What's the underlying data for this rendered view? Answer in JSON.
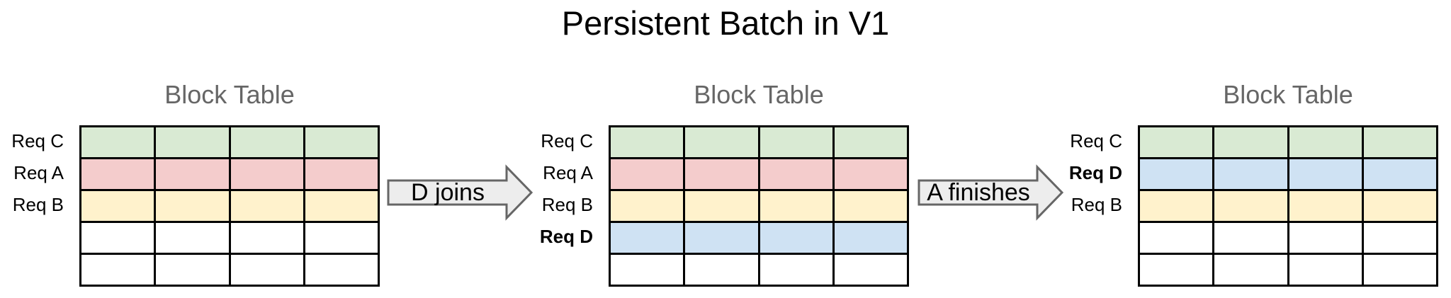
{
  "title": "Persistent Batch in V1",
  "palette": {
    "green": "#d9ead3",
    "red": "#f4cccc",
    "yellow": "#fff2cc",
    "blue": "#cfe2f3",
    "white": "#ffffff",
    "cell_border": "#000000",
    "arrow_fill": "#ededed",
    "arrow_border": "#666666",
    "header_text": "#666666"
  },
  "stages": [
    {
      "header": "Block Table",
      "columns": 4,
      "rows": [
        {
          "label": "Req C",
          "bold": false,
          "color": "green"
        },
        {
          "label": "Req A",
          "bold": false,
          "color": "red"
        },
        {
          "label": "Req B",
          "bold": false,
          "color": "yellow"
        },
        {
          "label": "",
          "bold": false,
          "color": "white"
        },
        {
          "label": "",
          "bold": false,
          "color": "white"
        }
      ]
    },
    {
      "header": "Block Table",
      "columns": 4,
      "rows": [
        {
          "label": "Req C",
          "bold": false,
          "color": "green"
        },
        {
          "label": "Req A",
          "bold": false,
          "color": "red"
        },
        {
          "label": "Req B",
          "bold": false,
          "color": "yellow"
        },
        {
          "label": "Req D",
          "bold": true,
          "color": "blue"
        },
        {
          "label": "",
          "bold": false,
          "color": "white"
        }
      ]
    },
    {
      "header": "Block Table",
      "columns": 4,
      "rows": [
        {
          "label": "Req C",
          "bold": false,
          "color": "green"
        },
        {
          "label": "Req D",
          "bold": true,
          "color": "blue"
        },
        {
          "label": "Req B",
          "bold": false,
          "color": "yellow"
        },
        {
          "label": "",
          "bold": false,
          "color": "white"
        },
        {
          "label": "",
          "bold": false,
          "color": "white"
        }
      ]
    }
  ],
  "arrows": [
    {
      "label": "D joins"
    },
    {
      "label": "A finishes"
    }
  ],
  "layout_text": {
    "table_lefts": [
      112,
      859,
      1606
    ],
    "arrow_lefts": [
      546,
      1295
    ]
  }
}
